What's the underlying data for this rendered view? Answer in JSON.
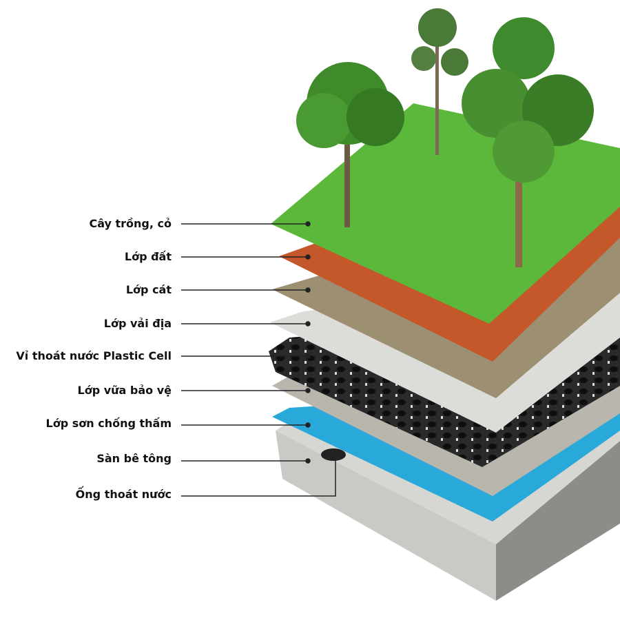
{
  "title": "Green roof layer structure",
  "labels": [
    {
      "id": "plants",
      "text": "Cây trồng, cỏ"
    },
    {
      "id": "soil",
      "text": "Lớp đất"
    },
    {
      "id": "sand",
      "text": "Lớp cát"
    },
    {
      "id": "geotextile",
      "text": "Lớp vải địa"
    },
    {
      "id": "drainage-cell",
      "text": "Vỉ thoát nước Plastic Cell"
    },
    {
      "id": "mortar",
      "text": "Lớp vữa bảo vệ"
    },
    {
      "id": "waterproofing",
      "text": "Lớp sơn chống thấm"
    },
    {
      "id": "concrete",
      "text": "Sàn bê tông"
    },
    {
      "id": "drain-pipe",
      "text": "Ống thoát nước"
    }
  ],
  "colors": {
    "grass": "#5cb83a",
    "soil": "#c4582a",
    "sand": "#9c8f72",
    "geotextile": "#dcdcd8",
    "cell": "#2a2a2a",
    "mortar": "#b9b6ae",
    "waterproof": "#29a9d9",
    "concrete": "#cfcfcb",
    "leader": "#222222"
  }
}
